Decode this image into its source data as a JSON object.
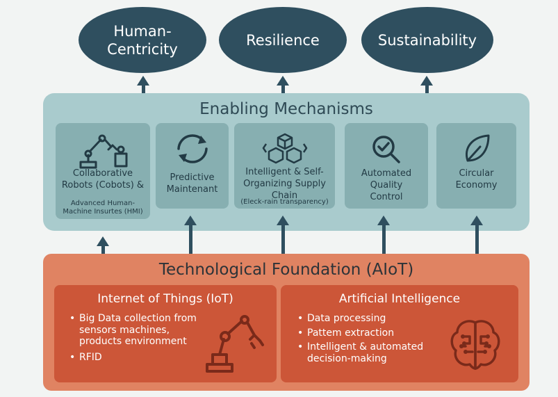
{
  "goals": [
    "Human-\nCentricity",
    "Resilience",
    "Sustainability"
  ],
  "enabling": {
    "title": "Enabling Mechanisms",
    "cards": [
      {
        "label": "Collaborative Robots (Cobots) &",
        "sublabel": "Advanced Human-Machine Insurtes (HMI)",
        "icon": "robot-arm-icon"
      },
      {
        "label": "Predictive Maintenant",
        "icon": "cycle-arrows-icon"
      },
      {
        "label": "Intelligent & Self-Organizing Supply Chain",
        "sublabel": "(Eleck-rain transparency)",
        "icon": "cubes-network-icon"
      },
      {
        "label": "Automated Quality Control",
        "icon": "magnifier-check-icon"
      },
      {
        "label": "Circular Economy",
        "icon": "leaf-icon"
      }
    ]
  },
  "foundation": {
    "title": "Technological Foundation (AIoT)",
    "iot": {
      "title": "Internet of Things (IoT)",
      "bullets": [
        "Big Data collection from sensors machines, products environment",
        "RFID"
      ],
      "icon": "industrial-robot-icon"
    },
    "ai": {
      "title": "Artificial Intelligence",
      "bullets": [
        "Data processing",
        "Pattem extraction",
        "Intelligent & automated decision-making"
      ],
      "icon": "brain-circuit-icon"
    }
  },
  "colors": {
    "dark_navy": "#2f4f5f",
    "teal_panel": "#a9cbcd",
    "teal_card": "#87afb1",
    "orange_panel": "#e08362",
    "red_card": "#cc5638"
  }
}
